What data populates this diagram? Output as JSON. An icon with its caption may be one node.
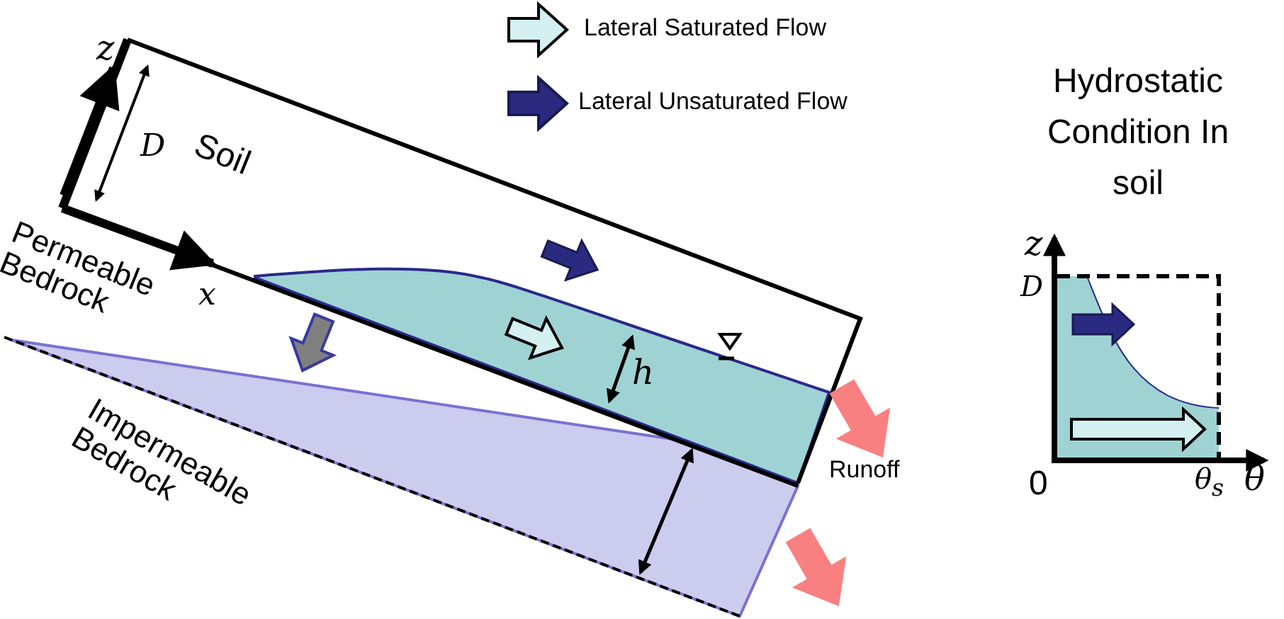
{
  "diagram": {
    "labels": [
      "z",
      "D",
      "Soil",
      "Permeable Bedrock",
      "x",
      "h",
      "Impermeable Bedrock",
      "Runoff",
      "Hydrostatic Condition In soil",
      "z",
      "D",
      "0",
      "θ$_{s}$",
      "θ"
    ],
    "legend": [
      {
        "text": "Lateral Saturated Flow"
      },
      {
        "text": "Lateral Unsaturated Flow"
      }
    ]
  }
}
